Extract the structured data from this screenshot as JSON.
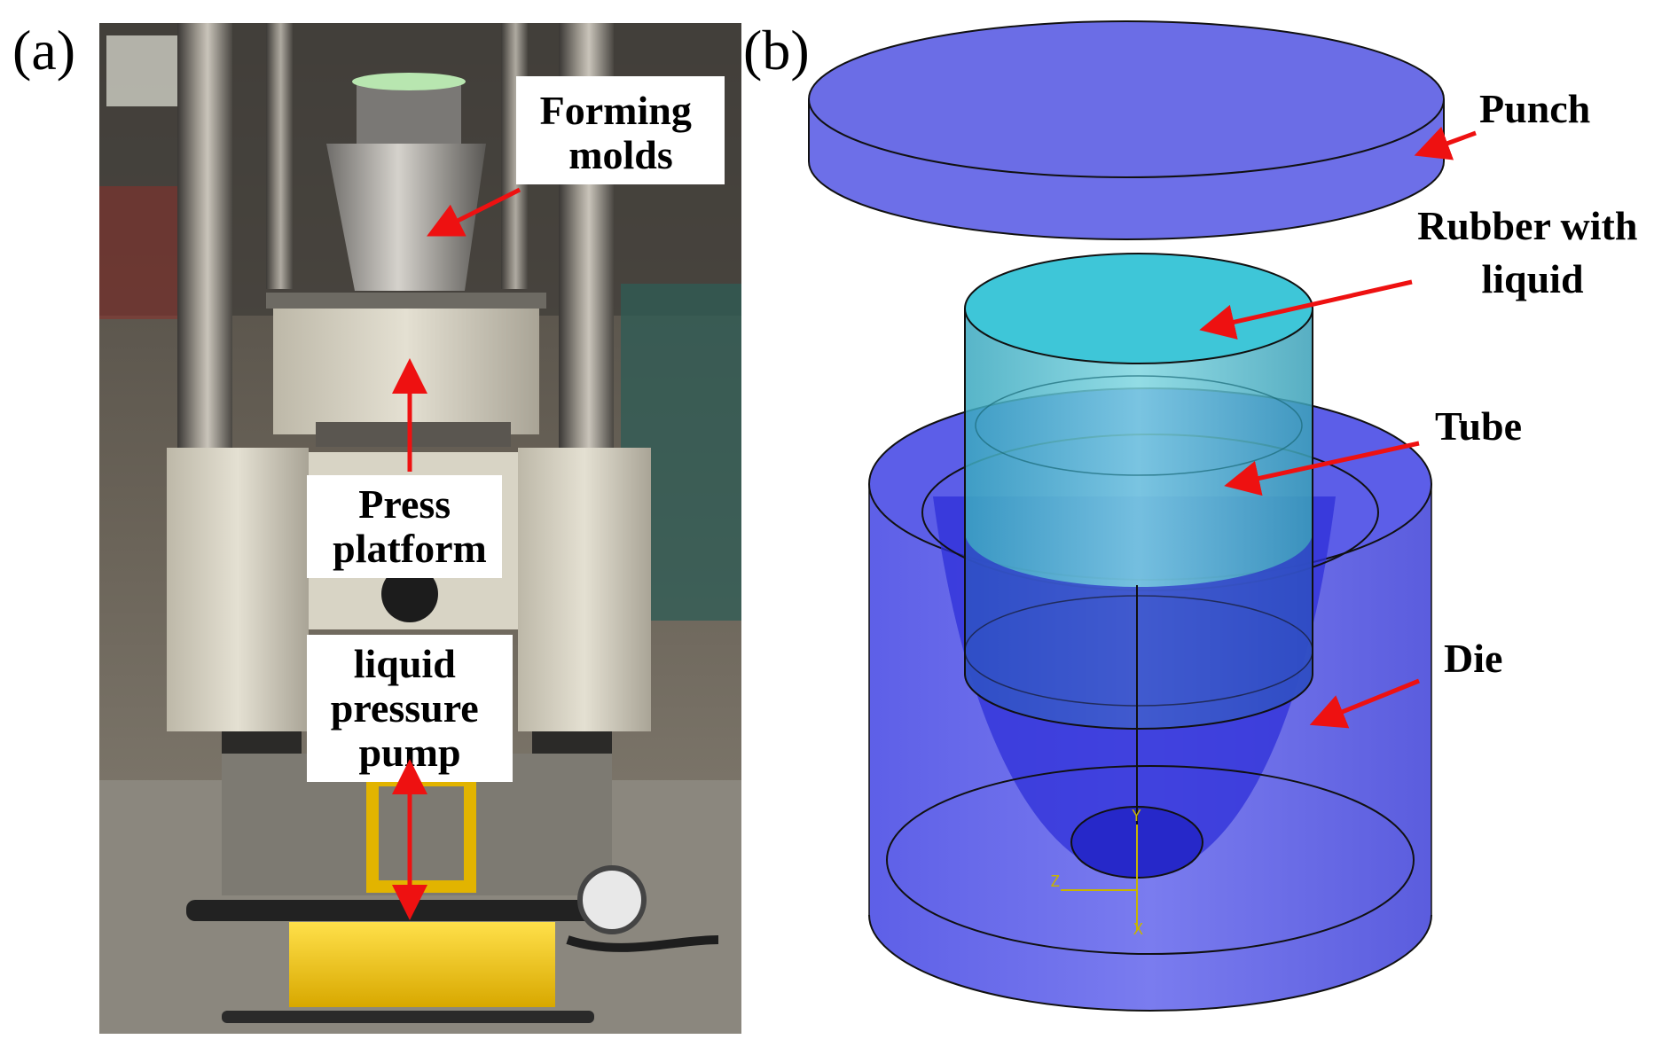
{
  "panel_a": {
    "label": "(a)",
    "photo_description_icon": "hydraulic-press-photo",
    "callouts": {
      "forming_molds": [
        "Forming",
        "molds"
      ],
      "press_platform": [
        "Press",
        "platform"
      ],
      "liquid_pressure_pump": [
        "liquid",
        "pressure",
        "pump"
      ]
    }
  },
  "panel_b": {
    "label": "(b)",
    "callouts": {
      "punch": [
        "Punch"
      ],
      "rubber_with_liquid": [
        "Rubber with",
        "liquid"
      ],
      "tube": [
        "Tube"
      ],
      "die": [
        "Die"
      ]
    },
    "axis_labels": {
      "y": "Y",
      "z": "Z",
      "x": "X"
    }
  },
  "colors": {
    "arrow": "#ee1111",
    "die_blue": "#5a5ce6",
    "punch_blue": "#6b6de8",
    "tube_cyan": "#44c4d4",
    "axis_yellow": "#c8b400"
  }
}
